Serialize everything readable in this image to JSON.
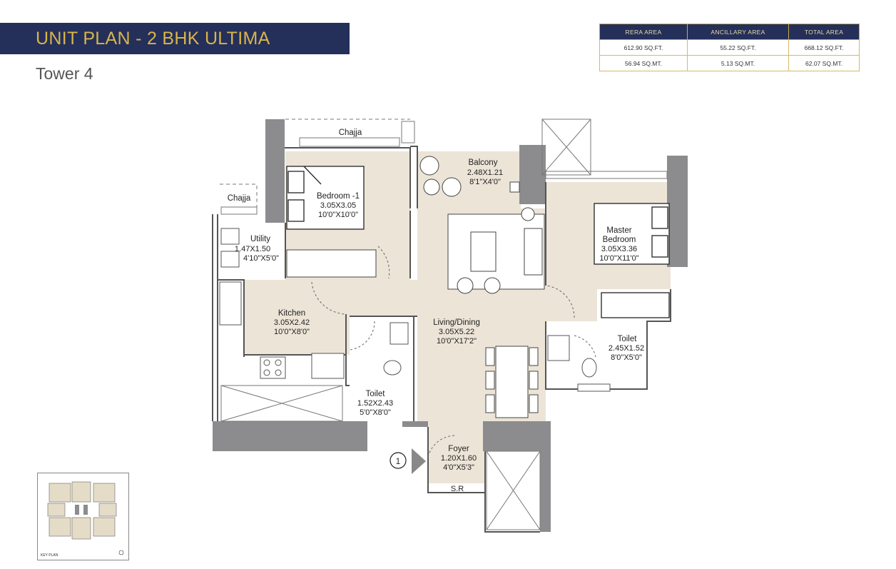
{
  "header": {
    "title": "UNIT PLAN - 2 BHK ULTIMA",
    "subtitle": "Tower 4"
  },
  "area_table": {
    "columns": [
      "RERA AREA",
      "ANCILLARY AREA",
      "TOTAL AREA"
    ],
    "rows": [
      [
        "612.90 SQ.FT.",
        "55.22 SQ.FT.",
        "668.12 SQ.FT."
      ],
      [
        "56.94 SQ.MT.",
        "5.13 SQ.MT.",
        "62.07 SQ.MT."
      ]
    ]
  },
  "rooms": {
    "chajja_top": "Chajja",
    "chajja_left": "Chajja",
    "balcony": {
      "name": "Balcony",
      "metric": "2.48X1.21",
      "imperial": "8'1\"X4'0\""
    },
    "bedroom1": {
      "name": "Bedroom -1",
      "metric": "3.05X3.05",
      "imperial": "10'0\"X10'0\""
    },
    "utility": {
      "name": "Utility",
      "metric": "1.47X1.50",
      "imperial": "4'10\"X5'0\""
    },
    "master": {
      "name1": "Master",
      "name2": "Bedroom",
      "metric": "3.05X3.36",
      "imperial": "10'0\"X11'0\""
    },
    "kitchen": {
      "name": "Kitchen",
      "metric": "3.05X2.42",
      "imperial": "10'0\"X8'0\""
    },
    "living": {
      "name": "Living/Dining",
      "metric": "3.05X5.22",
      "imperial": "10'0\"X17'2\""
    },
    "toilet1": {
      "name": "Toilet",
      "metric": "1.52X2.43",
      "imperial": "5'0\"X8'0\""
    },
    "toilet2": {
      "name": "Toilet",
      "metric": "2.45X1.52",
      "imperial": "8'0\"X5'0\""
    },
    "foyer": {
      "name": "Foyer",
      "metric": "1.20X1.60",
      "imperial": "4'0\"X5'3\""
    },
    "sr": "S.R"
  },
  "entry_marker": "1",
  "key_plan": {
    "label": "KEY PLAN"
  },
  "colors": {
    "title_bg": "#24305a",
    "title_text": "#d9b44a",
    "floor": "#ece4d7",
    "wall": "#8c8c8e"
  }
}
